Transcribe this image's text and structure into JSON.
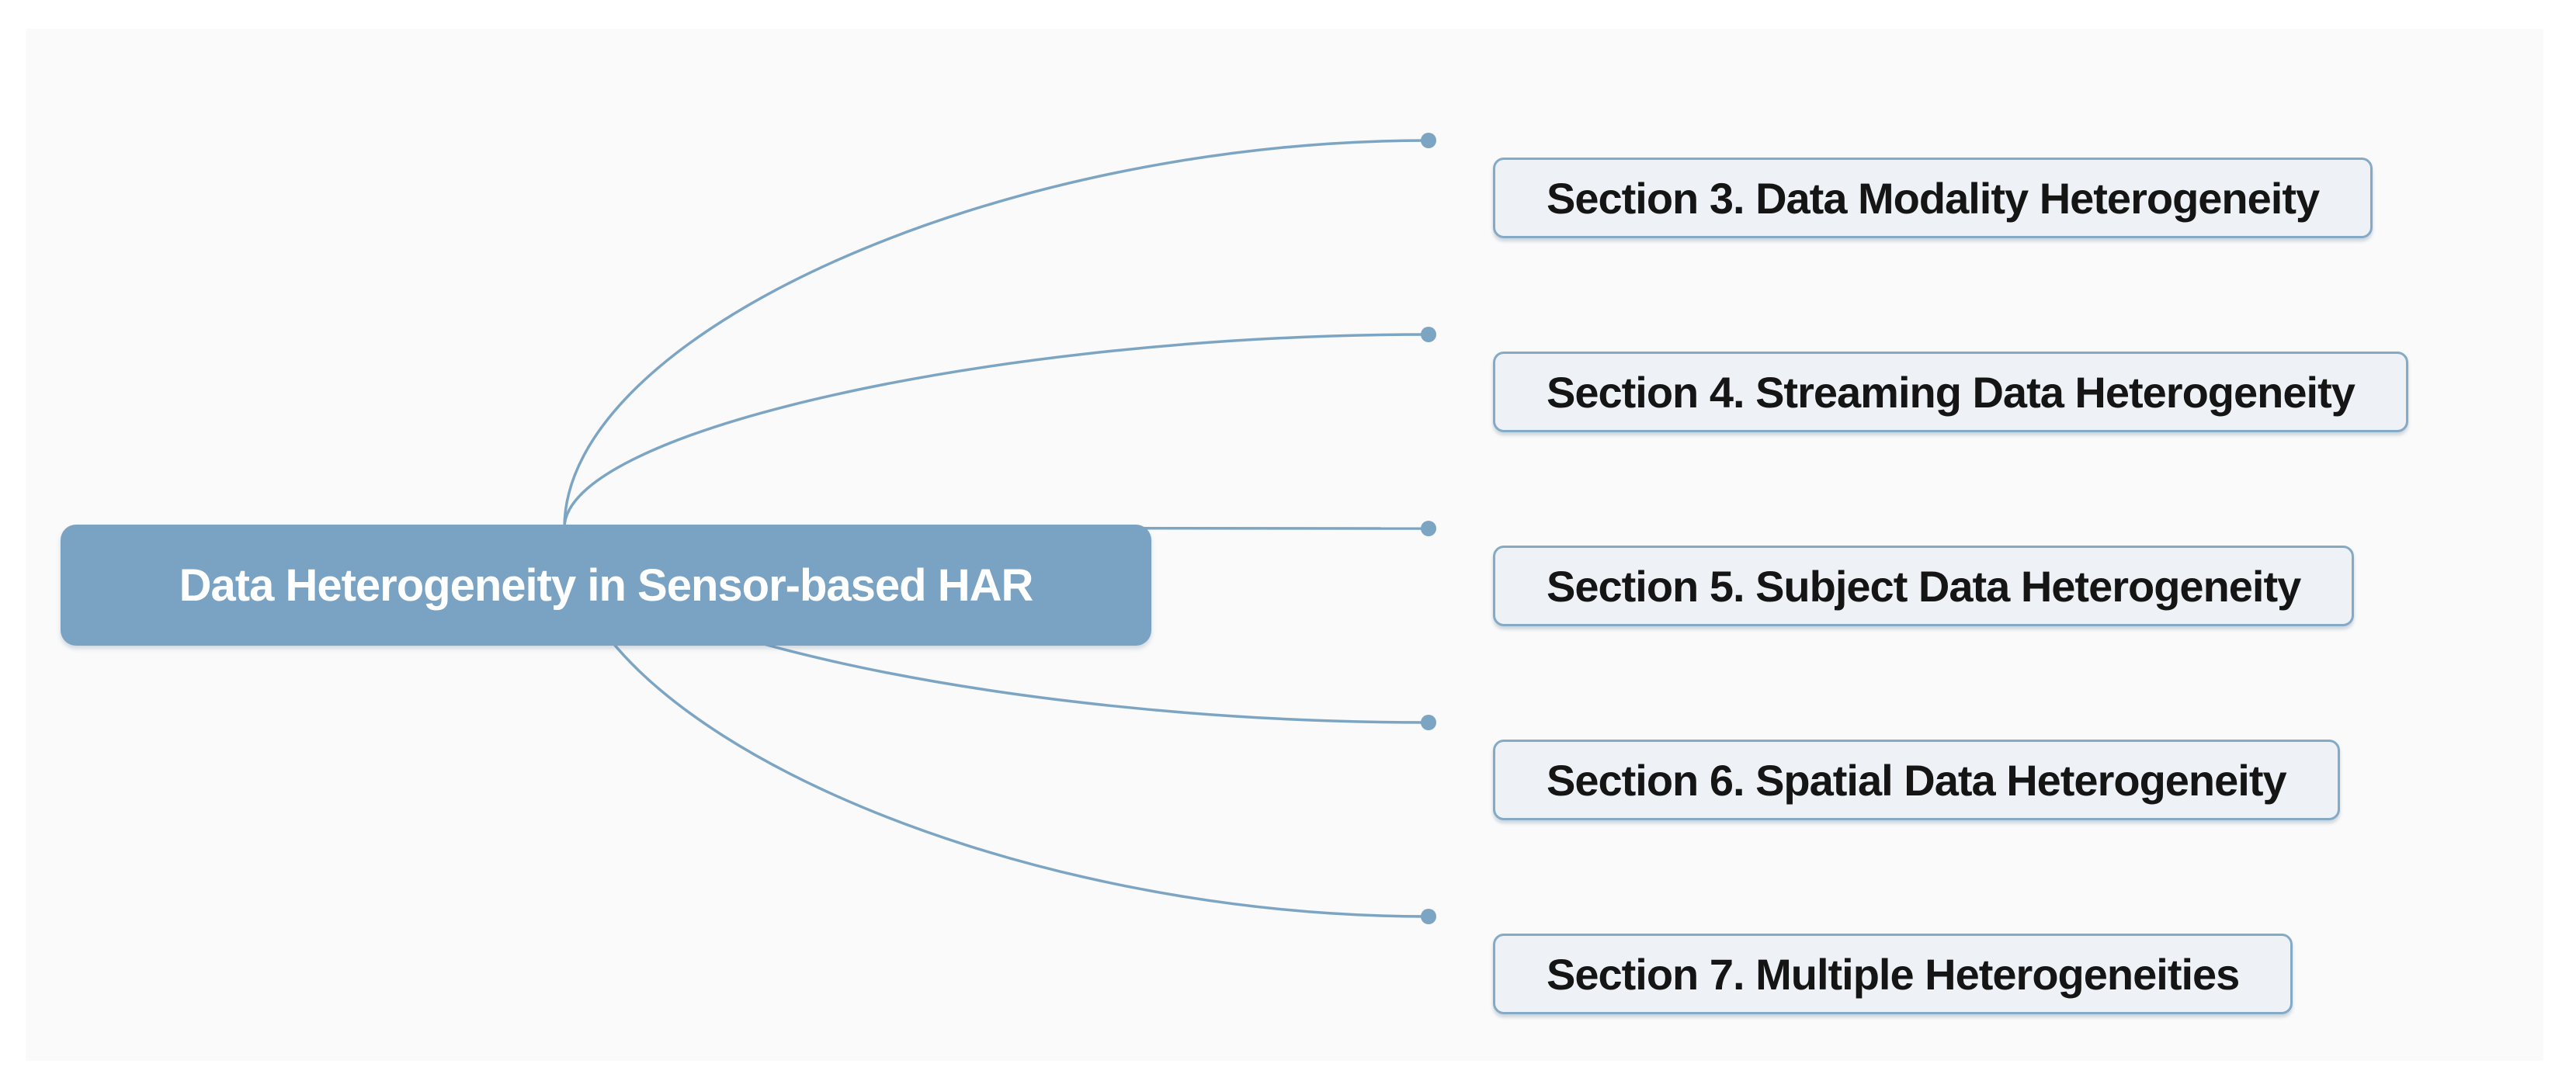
{
  "root": {
    "label": "Data Heterogeneity in Sensor-based HAR"
  },
  "sections": [
    {
      "label": "Section 3. Data Modality Heterogeneity"
    },
    {
      "label": "Section 4. Streaming Data Heterogeneity"
    },
    {
      "label": "Section 5. Subject Data Heterogeneity"
    },
    {
      "label": "Section 6. Spatial Data Heterogeneity"
    },
    {
      "label": "Section 7. Multiple Heterogeneities"
    }
  ],
  "colors": {
    "page_bg": "#ffffff",
    "canvas_bg": "#fafafa",
    "root_fill": "#7aa2c2",
    "root_text": "#ffffff",
    "branch_fill": "#eef2f6",
    "branch_border": "#85aac6",
    "branch_text": "#151515",
    "connector": "#7ca5c4"
  }
}
